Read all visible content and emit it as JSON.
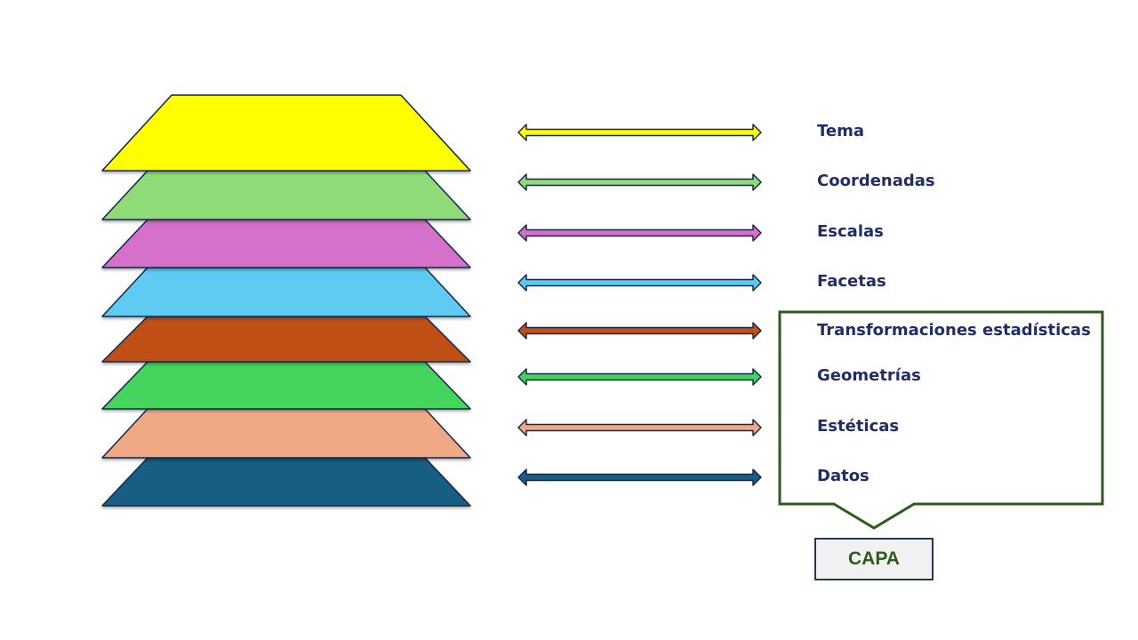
{
  "layers": [
    {
      "label": "Tema",
      "color": "#ffff00"
    },
    {
      "label": "Coordenadas",
      "color": "#8fdb78"
    },
    {
      "label": "Escalas",
      "color": "#d56fcb"
    },
    {
      "label": "Facetas",
      "color": "#5ecaf2"
    },
    {
      "label": "Transformaciones estadísticas",
      "color": "#c04f15"
    },
    {
      "label": "Geometrías",
      "color": "#44d45c"
    },
    {
      "label": "Estéticas",
      "color": "#f1a985"
    },
    {
      "label": "Datos",
      "color": "#175e82"
    }
  ],
  "capa": {
    "label": "CAPA",
    "border_color": "#2e5a1c"
  },
  "outline_color": "#13284a"
}
